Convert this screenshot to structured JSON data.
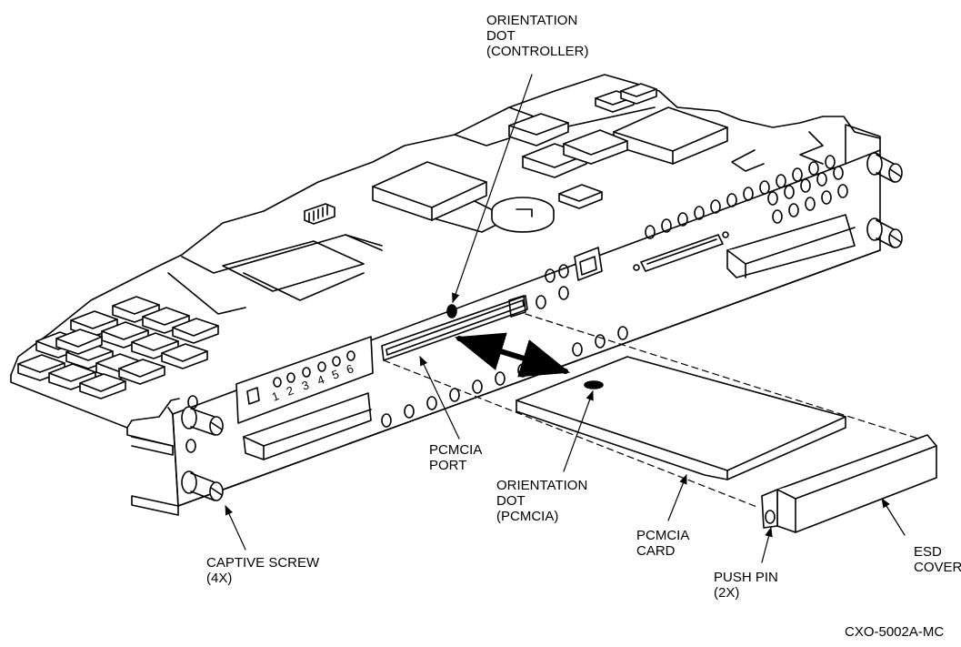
{
  "labels": {
    "orientation_dot_controller": [
      "ORIENTATION",
      "DOT",
      "(CONTROLLER)"
    ],
    "pcmcia_port": [
      "PCMCIA",
      "PORT"
    ],
    "orientation_dot_pcmcia": [
      "ORIENTATION",
      "DOT",
      "(PCMCIA)"
    ],
    "pcmcia_card": [
      "PCMCIA",
      "CARD"
    ],
    "captive_screw": [
      "CAPTIVE SCREW",
      "(4X)"
    ],
    "push_pin": [
      "PUSH PIN",
      "(2X)"
    ],
    "esd_cover": [
      "ESD",
      "COVER"
    ]
  },
  "led_numbers": [
    "1",
    "2",
    "3",
    "4",
    "5",
    "6"
  ],
  "figure_id": "CXO-5002A-MC"
}
